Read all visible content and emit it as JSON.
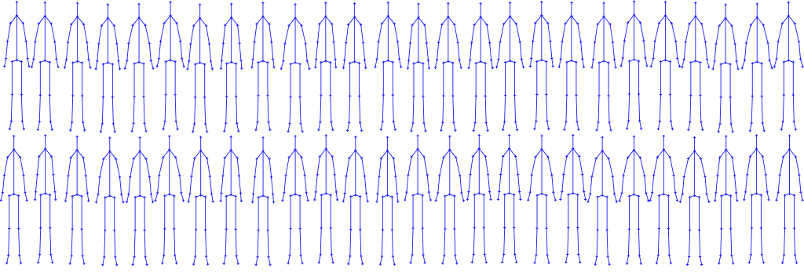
{
  "figure": {
    "style": {
      "background": "#ffffff",
      "line_color": "#1a1aff",
      "marker_color": "#1a1aff"
    },
    "grid": {
      "rows": 2,
      "columns": 26
    },
    "skeleton": {
      "joint_names": [
        "head",
        "neck",
        "l_shoulder",
        "r_shoulder",
        "l_elbow",
        "r_elbow",
        "l_wrist",
        "r_wrist",
        "l_hand",
        "r_hand",
        "pelvis",
        "l_hip",
        "r_hip",
        "l_knee",
        "r_knee",
        "l_ankle",
        "r_ankle",
        "l_foot",
        "r_foot"
      ],
      "bones": [
        [
          "head",
          "neck"
        ],
        [
          "neck",
          "l_shoulder"
        ],
        [
          "neck",
          "r_shoulder"
        ],
        [
          "l_shoulder",
          "l_elbow"
        ],
        [
          "r_shoulder",
          "r_elbow"
        ],
        [
          "l_elbow",
          "l_wrist"
        ],
        [
          "r_elbow",
          "r_wrist"
        ],
        [
          "l_wrist",
          "l_hand"
        ],
        [
          "r_wrist",
          "r_hand"
        ],
        [
          "neck",
          "pelvis"
        ],
        [
          "pelvis",
          "l_hip"
        ],
        [
          "pelvis",
          "r_hip"
        ],
        [
          "l_hip",
          "l_knee"
        ],
        [
          "r_hip",
          "r_knee"
        ],
        [
          "l_knee",
          "l_ankle"
        ],
        [
          "r_knee",
          "r_ankle"
        ],
        [
          "l_ankle",
          "l_foot"
        ],
        [
          "r_ankle",
          "r_foot"
        ]
      ]
    }
  }
}
